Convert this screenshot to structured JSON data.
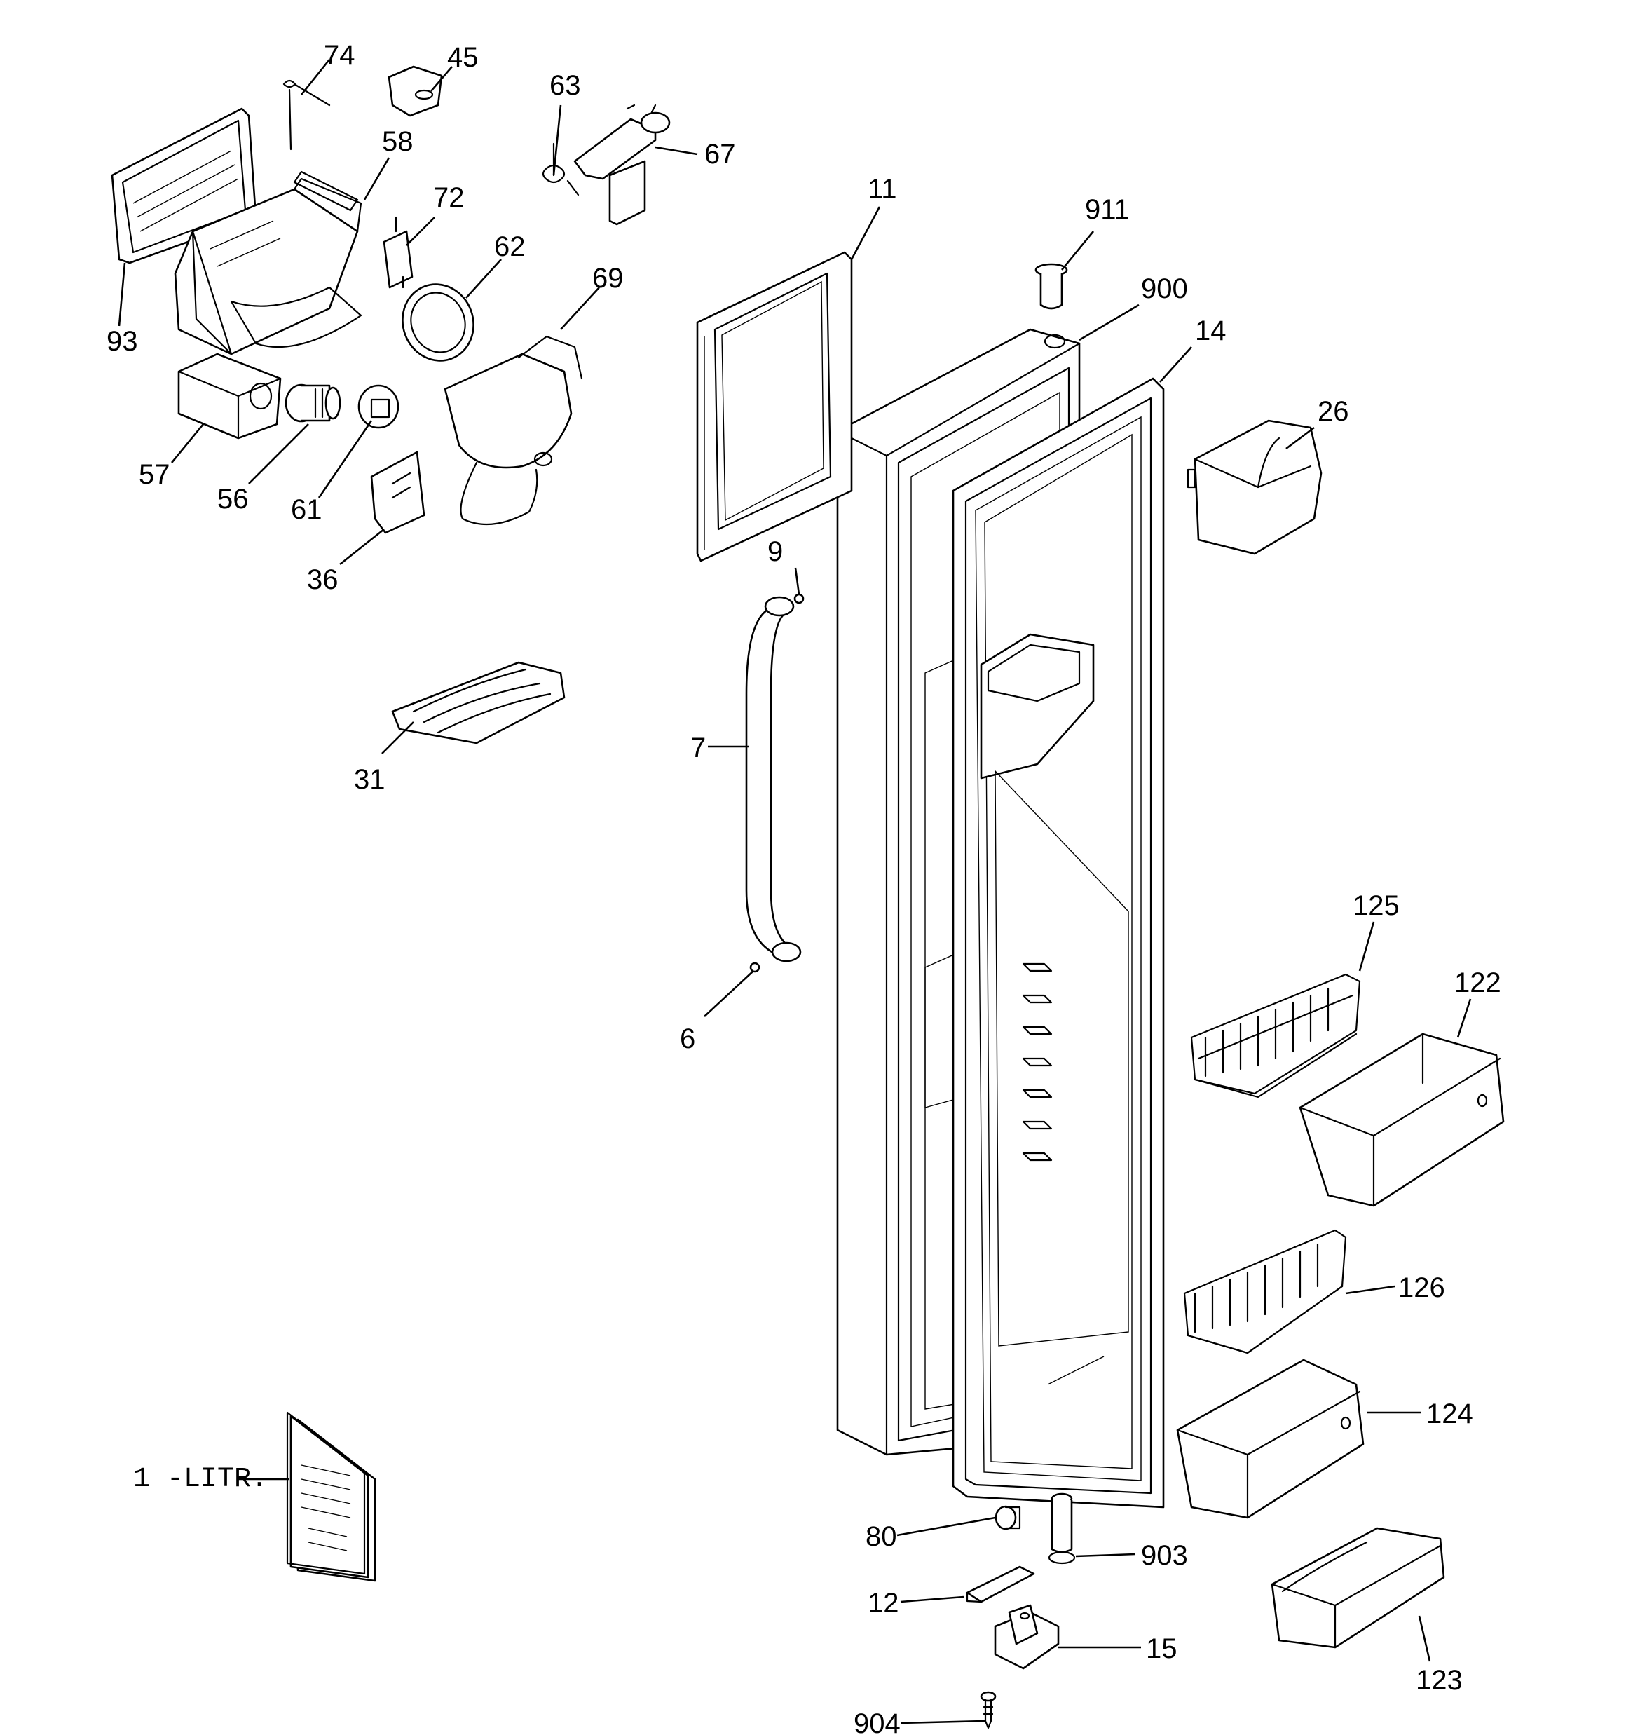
{
  "callouts": {
    "c74": "74",
    "c45": "45",
    "c63": "63",
    "c67": "67",
    "c58": "58",
    "c72": "72",
    "c62": "62",
    "c69": "69",
    "c93": "93",
    "c57": "57",
    "c56": "56",
    "c61": "61",
    "c36": "36",
    "c31": "31",
    "c11": "11",
    "c911": "911",
    "c900": "900",
    "c14": "14",
    "c26": "26",
    "c9": "9",
    "c7": "7",
    "c6": "6",
    "c125": "125",
    "c122": "122",
    "c126": "126",
    "c124": "124",
    "c80": "80",
    "c903": "903",
    "c12": "12",
    "c15": "15",
    "c904": "904",
    "c123": "123",
    "c1litr": "1 -LITR."
  }
}
